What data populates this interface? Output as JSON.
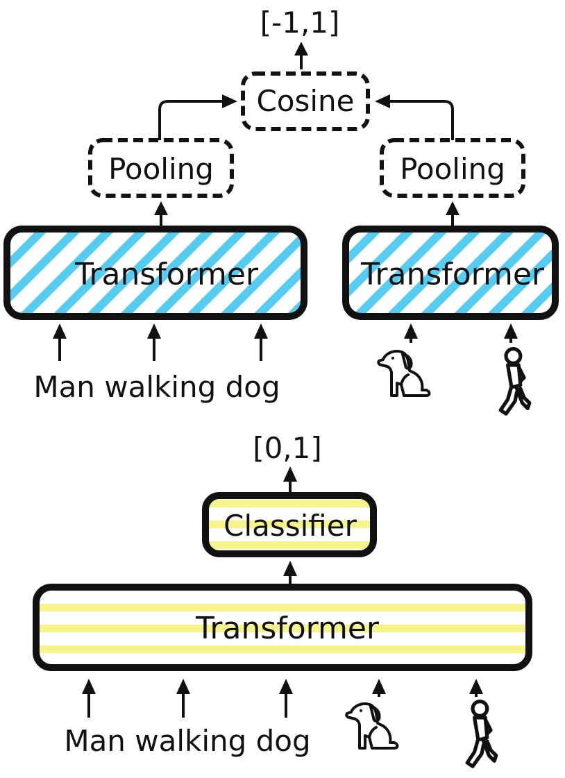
{
  "dual_encoder": {
    "output_range": "[-1,1]",
    "cosine_label": "Cosine",
    "pooling_left_label": "Pooling",
    "pooling_right_label": "Pooling",
    "transformer_left_label": "Transformer",
    "transformer_right_label": "Transformer",
    "text_input": "Man walking dog",
    "image_inputs": [
      "dog-icon",
      "walking-person-icon"
    ]
  },
  "cross_encoder": {
    "output_range": "[0,1]",
    "classifier_label": "Classifier",
    "transformer_label": "Transformer",
    "text_input": "Man walking dog",
    "image_inputs": [
      "dog-icon",
      "walking-person-icon"
    ]
  },
  "colors": {
    "blue_stripe": "#55cdf2",
    "yellow_stripe": "#f7f58a",
    "ink": "#111111"
  }
}
